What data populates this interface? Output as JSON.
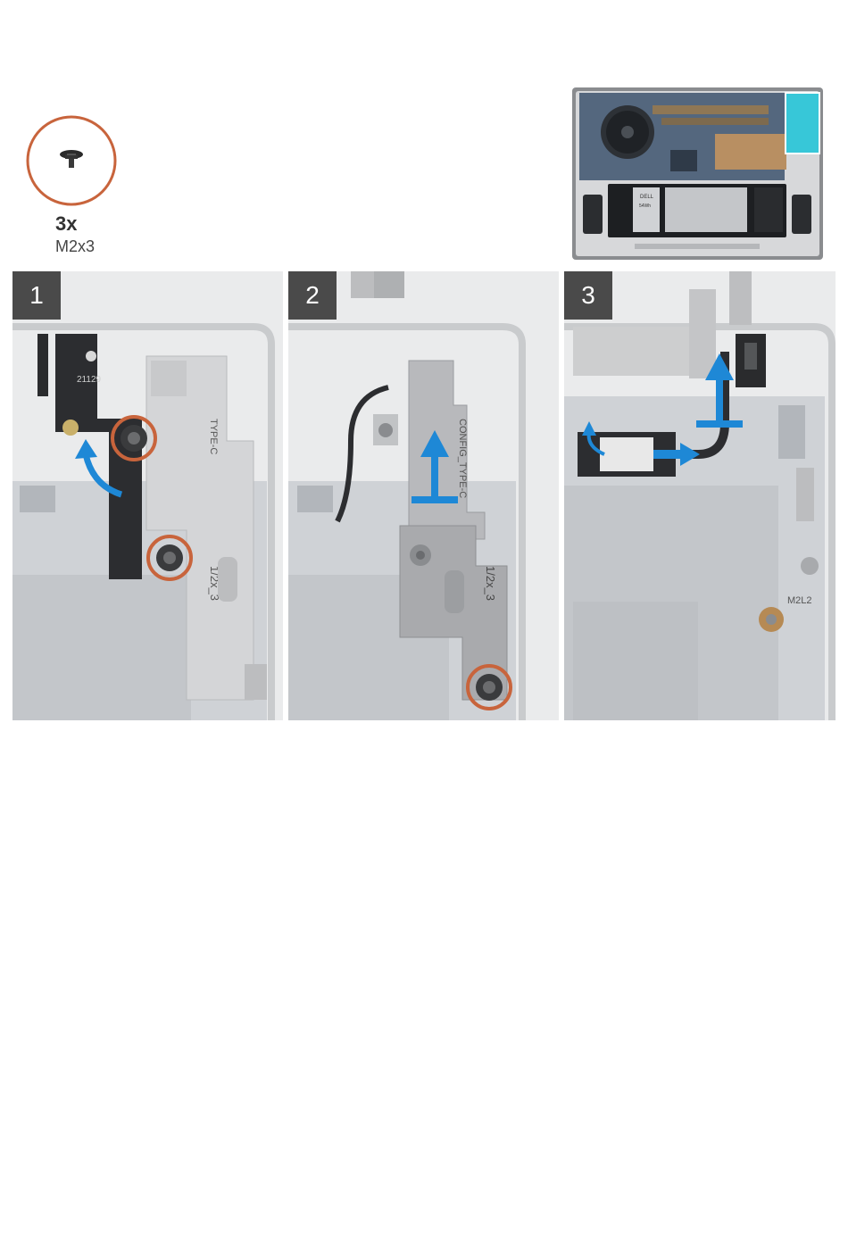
{
  "screws": {
    "quantity": "3x",
    "size": "M2x3",
    "ring_color": "#c8643c"
  },
  "steps": [
    {
      "number": "1",
      "board_text": [
        "21129",
        "TYPE-C",
        "1/2x_3"
      ]
    },
    {
      "number": "2",
      "board_text": [
        "CONFIG_TYPE-C",
        "1/2x_3"
      ]
    },
    {
      "number": "3",
      "board_text": [
        "M2L2"
      ]
    }
  ],
  "colors": {
    "arrow": "#1e88d6",
    "callout_ring": "#c8643c",
    "badge": "#4a4a4a"
  },
  "overview_labels": [
    "DELL",
    "54Wh"
  ]
}
